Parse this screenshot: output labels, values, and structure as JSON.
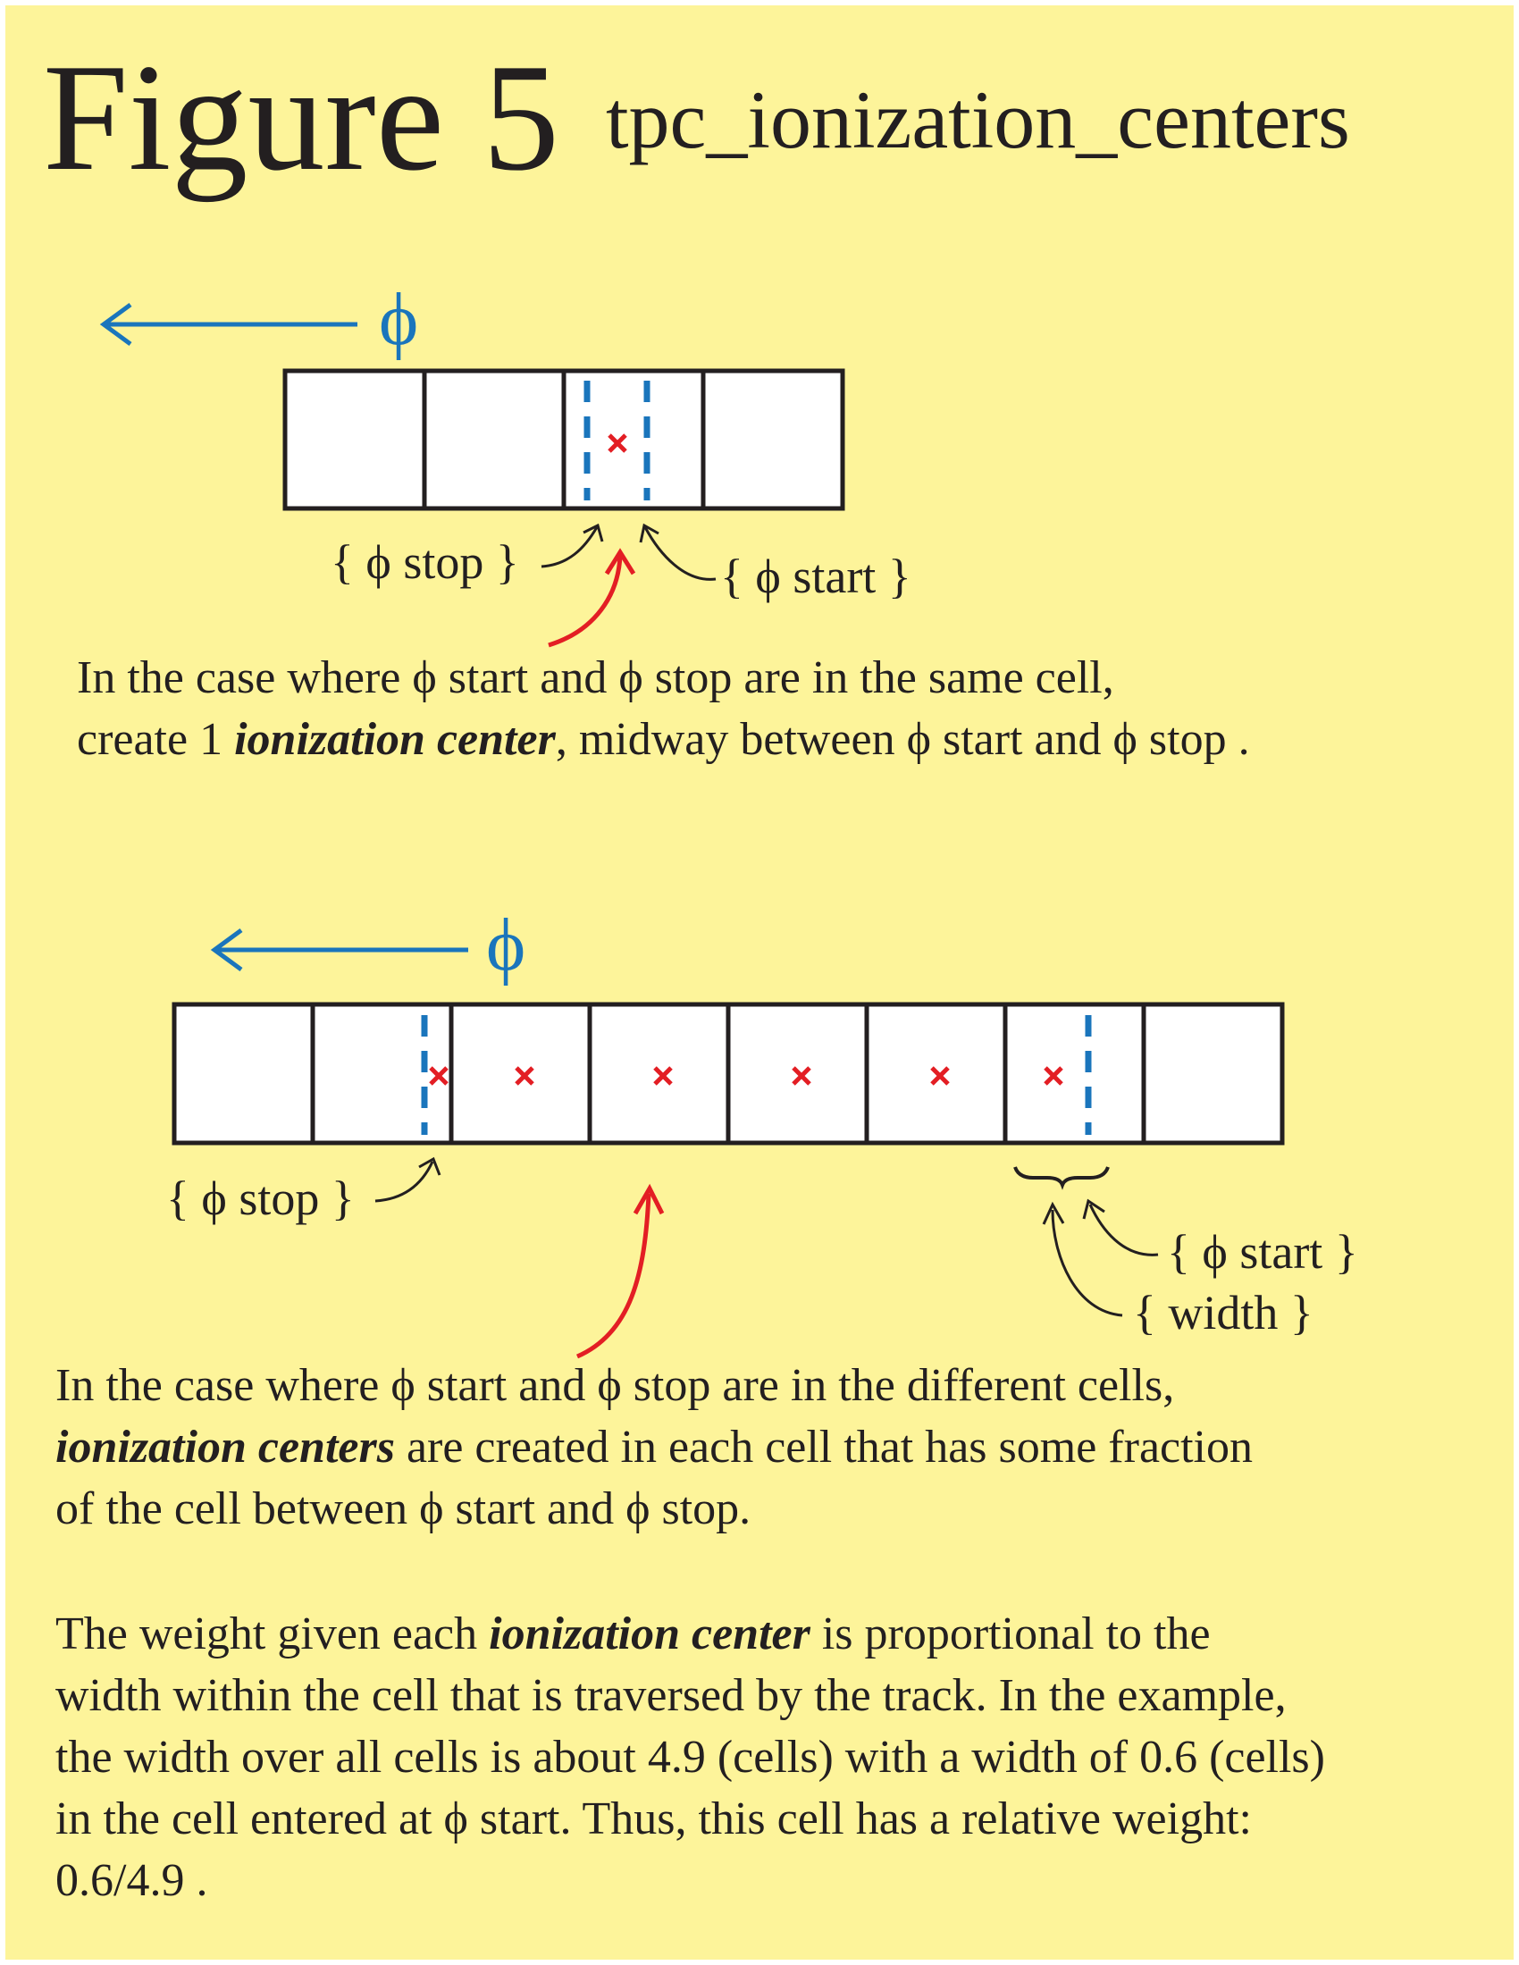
{
  "figure": {
    "number_label": "Figure 5",
    "name": "tpc_ionization_centers"
  },
  "diagram1": {
    "phi_axis": "ϕ",
    "cells": 4,
    "phi_stop_label": "{ ϕ stop }",
    "phi_start_label": "{ ϕ start }",
    "caption": {
      "line1": "In the case where ϕ start and ϕ stop are in the same cell,",
      "line2_a": "create  1 ",
      "line2_b": "ionization center",
      "line2_c": ", midway between ϕ start and ϕ stop ."
    }
  },
  "diagram2": {
    "phi_axis": "ϕ",
    "cells": 8,
    "phi_stop_label": "{ ϕ stop }",
    "phi_start_label": "{ ϕ start }",
    "width_label": "{ width }",
    "caption": {
      "line1": "In the case where ϕ start and ϕ stop are in the different cells,",
      "line2_a": "ionization centers",
      "line2_b": " are created in each cell that has some fraction",
      "line3": "of the cell between ϕ start and ϕ stop."
    }
  },
  "weight_paragraph": {
    "line1_a": "The weight given each ",
    "line1_b": "ionization center",
    "line1_c": " is proportional to the",
    "line2": "width within the cell that is traversed by the track. In the example,",
    "line3": "the width over all cells is about 4.9 (cells) with a width of 0.6 (cells)",
    "line4": "in the cell entered at ϕ start. Thus, this cell has a relative weight:",
    "line5": "0.6/4.9 ."
  },
  "colors": {
    "background": "#fdf49a",
    "phi_arrow": "#1a75bc",
    "ionization_marker": "#e31e24",
    "text": "#231f20"
  }
}
